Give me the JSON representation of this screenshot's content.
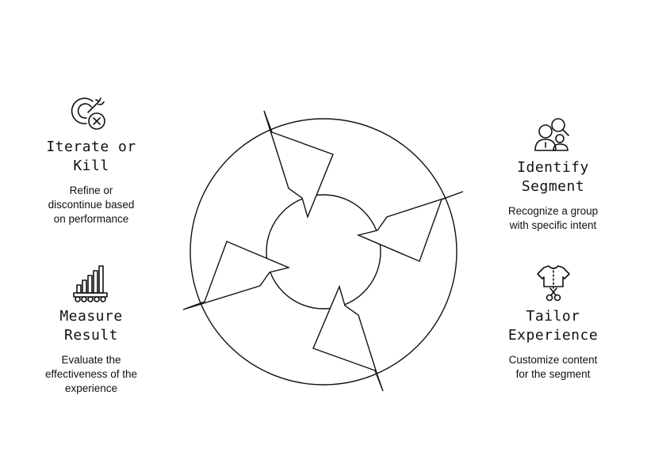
{
  "steps": {
    "iterate": {
      "title": "Iterate or\nKill",
      "description": "Refine or\ndiscontinue based\non performance",
      "icon": "target-x-icon"
    },
    "identify": {
      "title": "Identify\nSegment",
      "description": "Recognize a group\nwith specific intent",
      "icon": "users-search-icon"
    },
    "measure": {
      "title": "Measure\nResult",
      "description": "Evaluate the\neffectiveness of the\nexperience",
      "icon": "bar-chart-icon"
    },
    "tailor": {
      "title": "Tailor\nExperience",
      "description": "Customize content\nfor the segment",
      "icon": "shirt-scissors-icon"
    }
  },
  "colors": {
    "line": "#111111",
    "background": "#ffffff"
  }
}
